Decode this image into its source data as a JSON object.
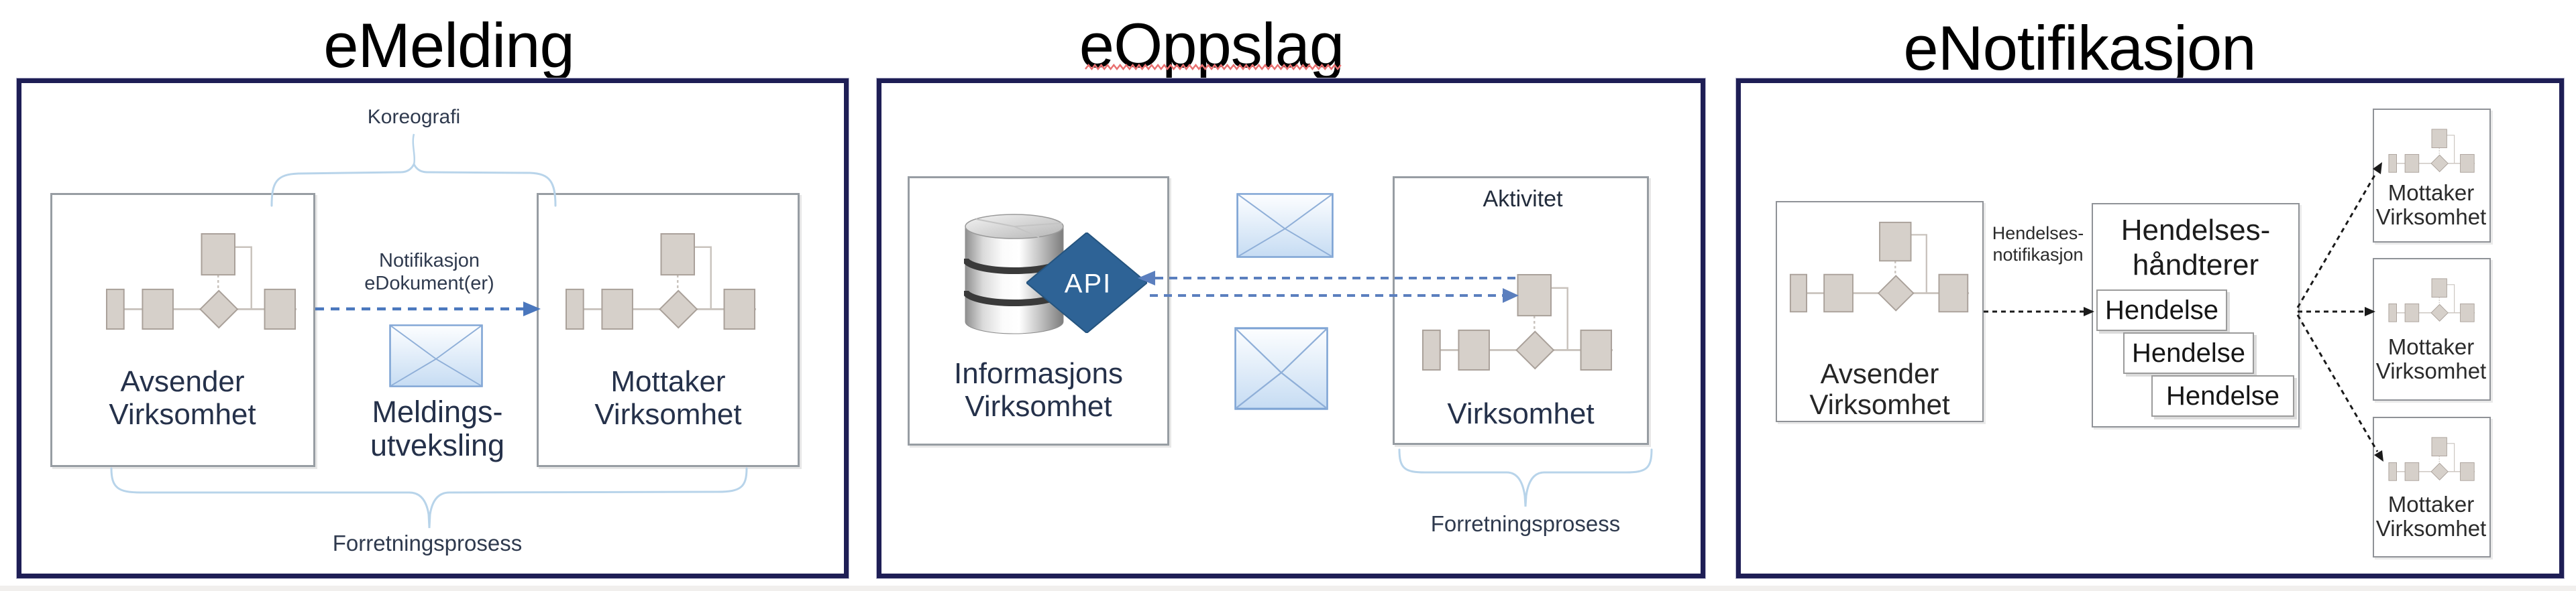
{
  "panels": [
    {
      "title": "eMelding",
      "koreografi_label": "Koreografi",
      "avsender_box": {
        "line1": "Avsender",
        "line2": "Virksomhet"
      },
      "mottaker_box": {
        "line1": "Mottaker",
        "line2": "Virksomhet"
      },
      "arrow_label": {
        "line1": "Notifikasjon",
        "line2": "eDokument(er)"
      },
      "melding_label": {
        "line1": "Meldings-",
        "line2": "utveksling"
      },
      "forretningsprosess_label": "Forretningsprosess"
    },
    {
      "title": "eOppslag",
      "informasjons_box": {
        "line1": "Informasjons",
        "line2": "Virksomhet"
      },
      "api_label": "API",
      "virksomhet_box": {
        "aktivitet_label": "Aktivitet",
        "label": "Virksomhet"
      },
      "forretningsprosess_label": "Forretningsprosess"
    },
    {
      "title": "eNotifikasjon",
      "avsender_box": {
        "line1": "Avsender",
        "line2": "Virksomhet"
      },
      "notifikasjon_label": {
        "line1": "Hendelses-",
        "line2": "notifikasjon"
      },
      "handterer_box": {
        "title_line1": "Hendelses-",
        "title_line2": "håndterer",
        "events": [
          "Hendelse",
          "Hendelse",
          "Hendelse"
        ]
      },
      "mottaker_boxes": [
        {
          "line1": "Mottaker",
          "line2": "Virksomhet"
        },
        {
          "line1": "Mottaker",
          "line2": "Virksomhet"
        },
        {
          "line1": "Mottaker",
          "line2": "Virksomhet"
        }
      ]
    }
  ],
  "colors": {
    "panel_border": "#1e1e55",
    "box_border": "#979da3",
    "bpmn_fill": "#d6d0ca",
    "bpmn_stroke": "#a9a099",
    "blue_arrow": "#4a77bd",
    "black_arrow": "#1a1a1a",
    "brace": "#b8d4ea",
    "api_diamond": "#2e6396",
    "envelope_border": "#7da3d4",
    "envelope_fill": "#c6dcf3",
    "spellcheck_squiggle": "#e87070",
    "title_text": "#000000",
    "label_text": "#25314a"
  }
}
